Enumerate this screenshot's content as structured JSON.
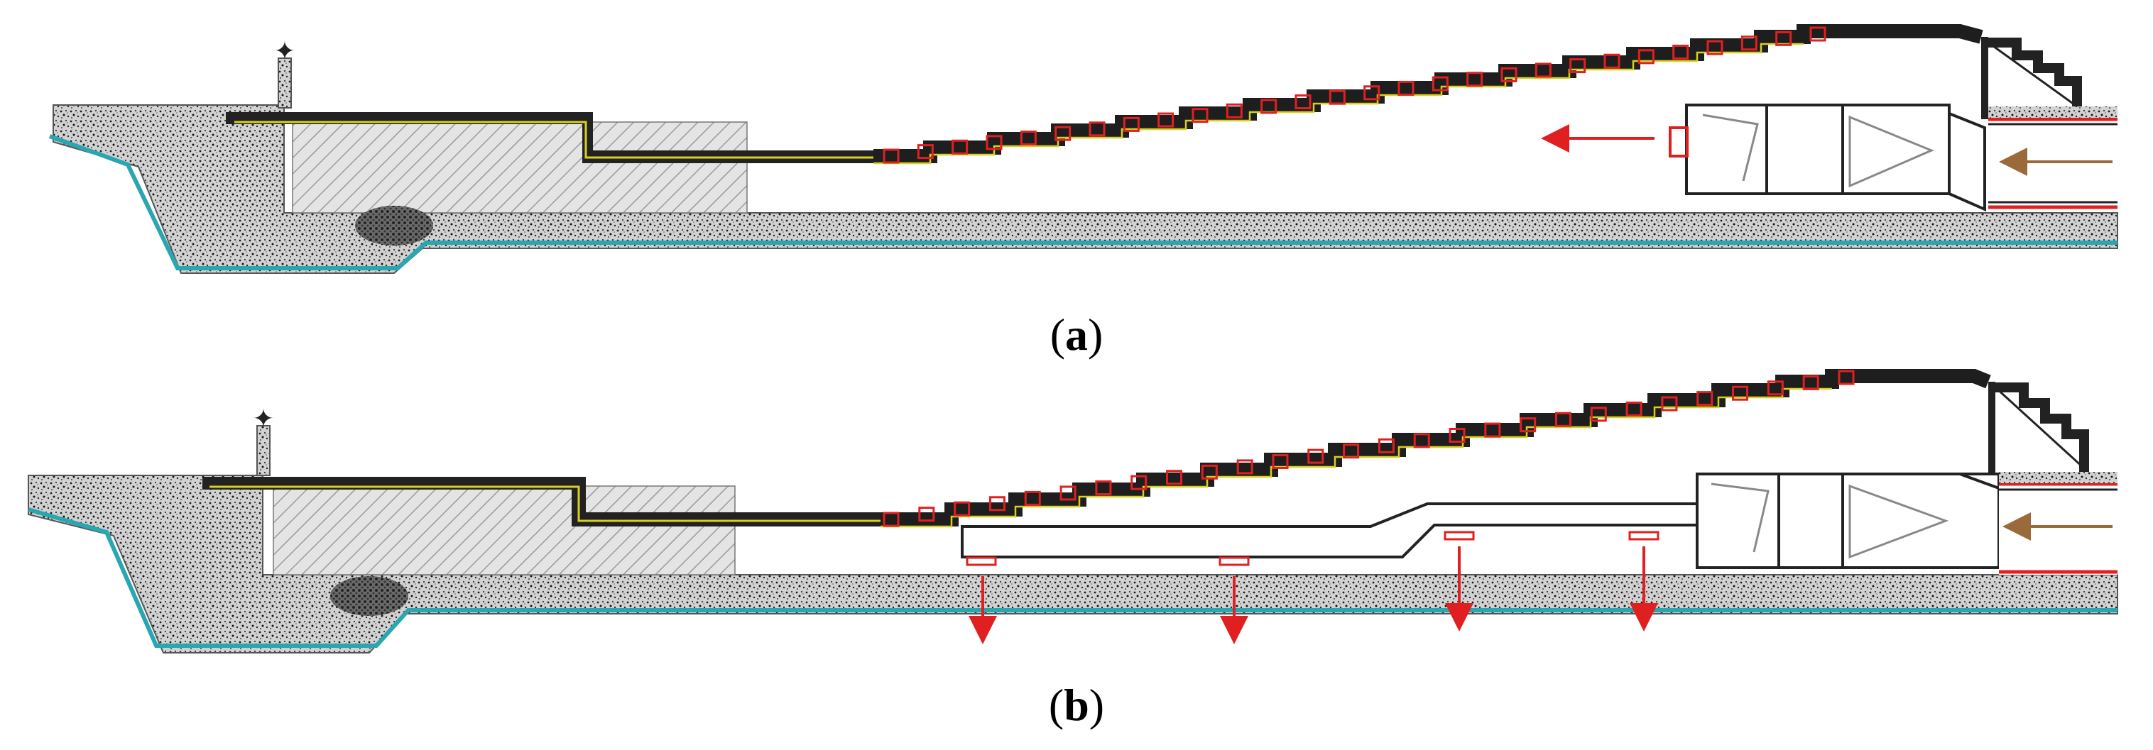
{
  "panels": [
    {
      "id": "a",
      "label": "a"
    },
    {
      "id": "b",
      "label": "b"
    }
  ],
  "colors": {
    "fill_texture_base": "#d7d7d7",
    "fill_texture_dot": "#1a1a1a",
    "hatch": "#9a9a9a",
    "hatch_bg": "#e6e6e6",
    "slab": "#222222",
    "yellow_line": "#d8d020",
    "red": "#e02020",
    "teal": "#2aa6b0",
    "brown_arrow": "#9a6a3a",
    "outline": "#222222"
  },
  "icons": [
    "star-icon",
    "right-to-left-arrow-icon",
    "down-arrow-icon"
  ]
}
